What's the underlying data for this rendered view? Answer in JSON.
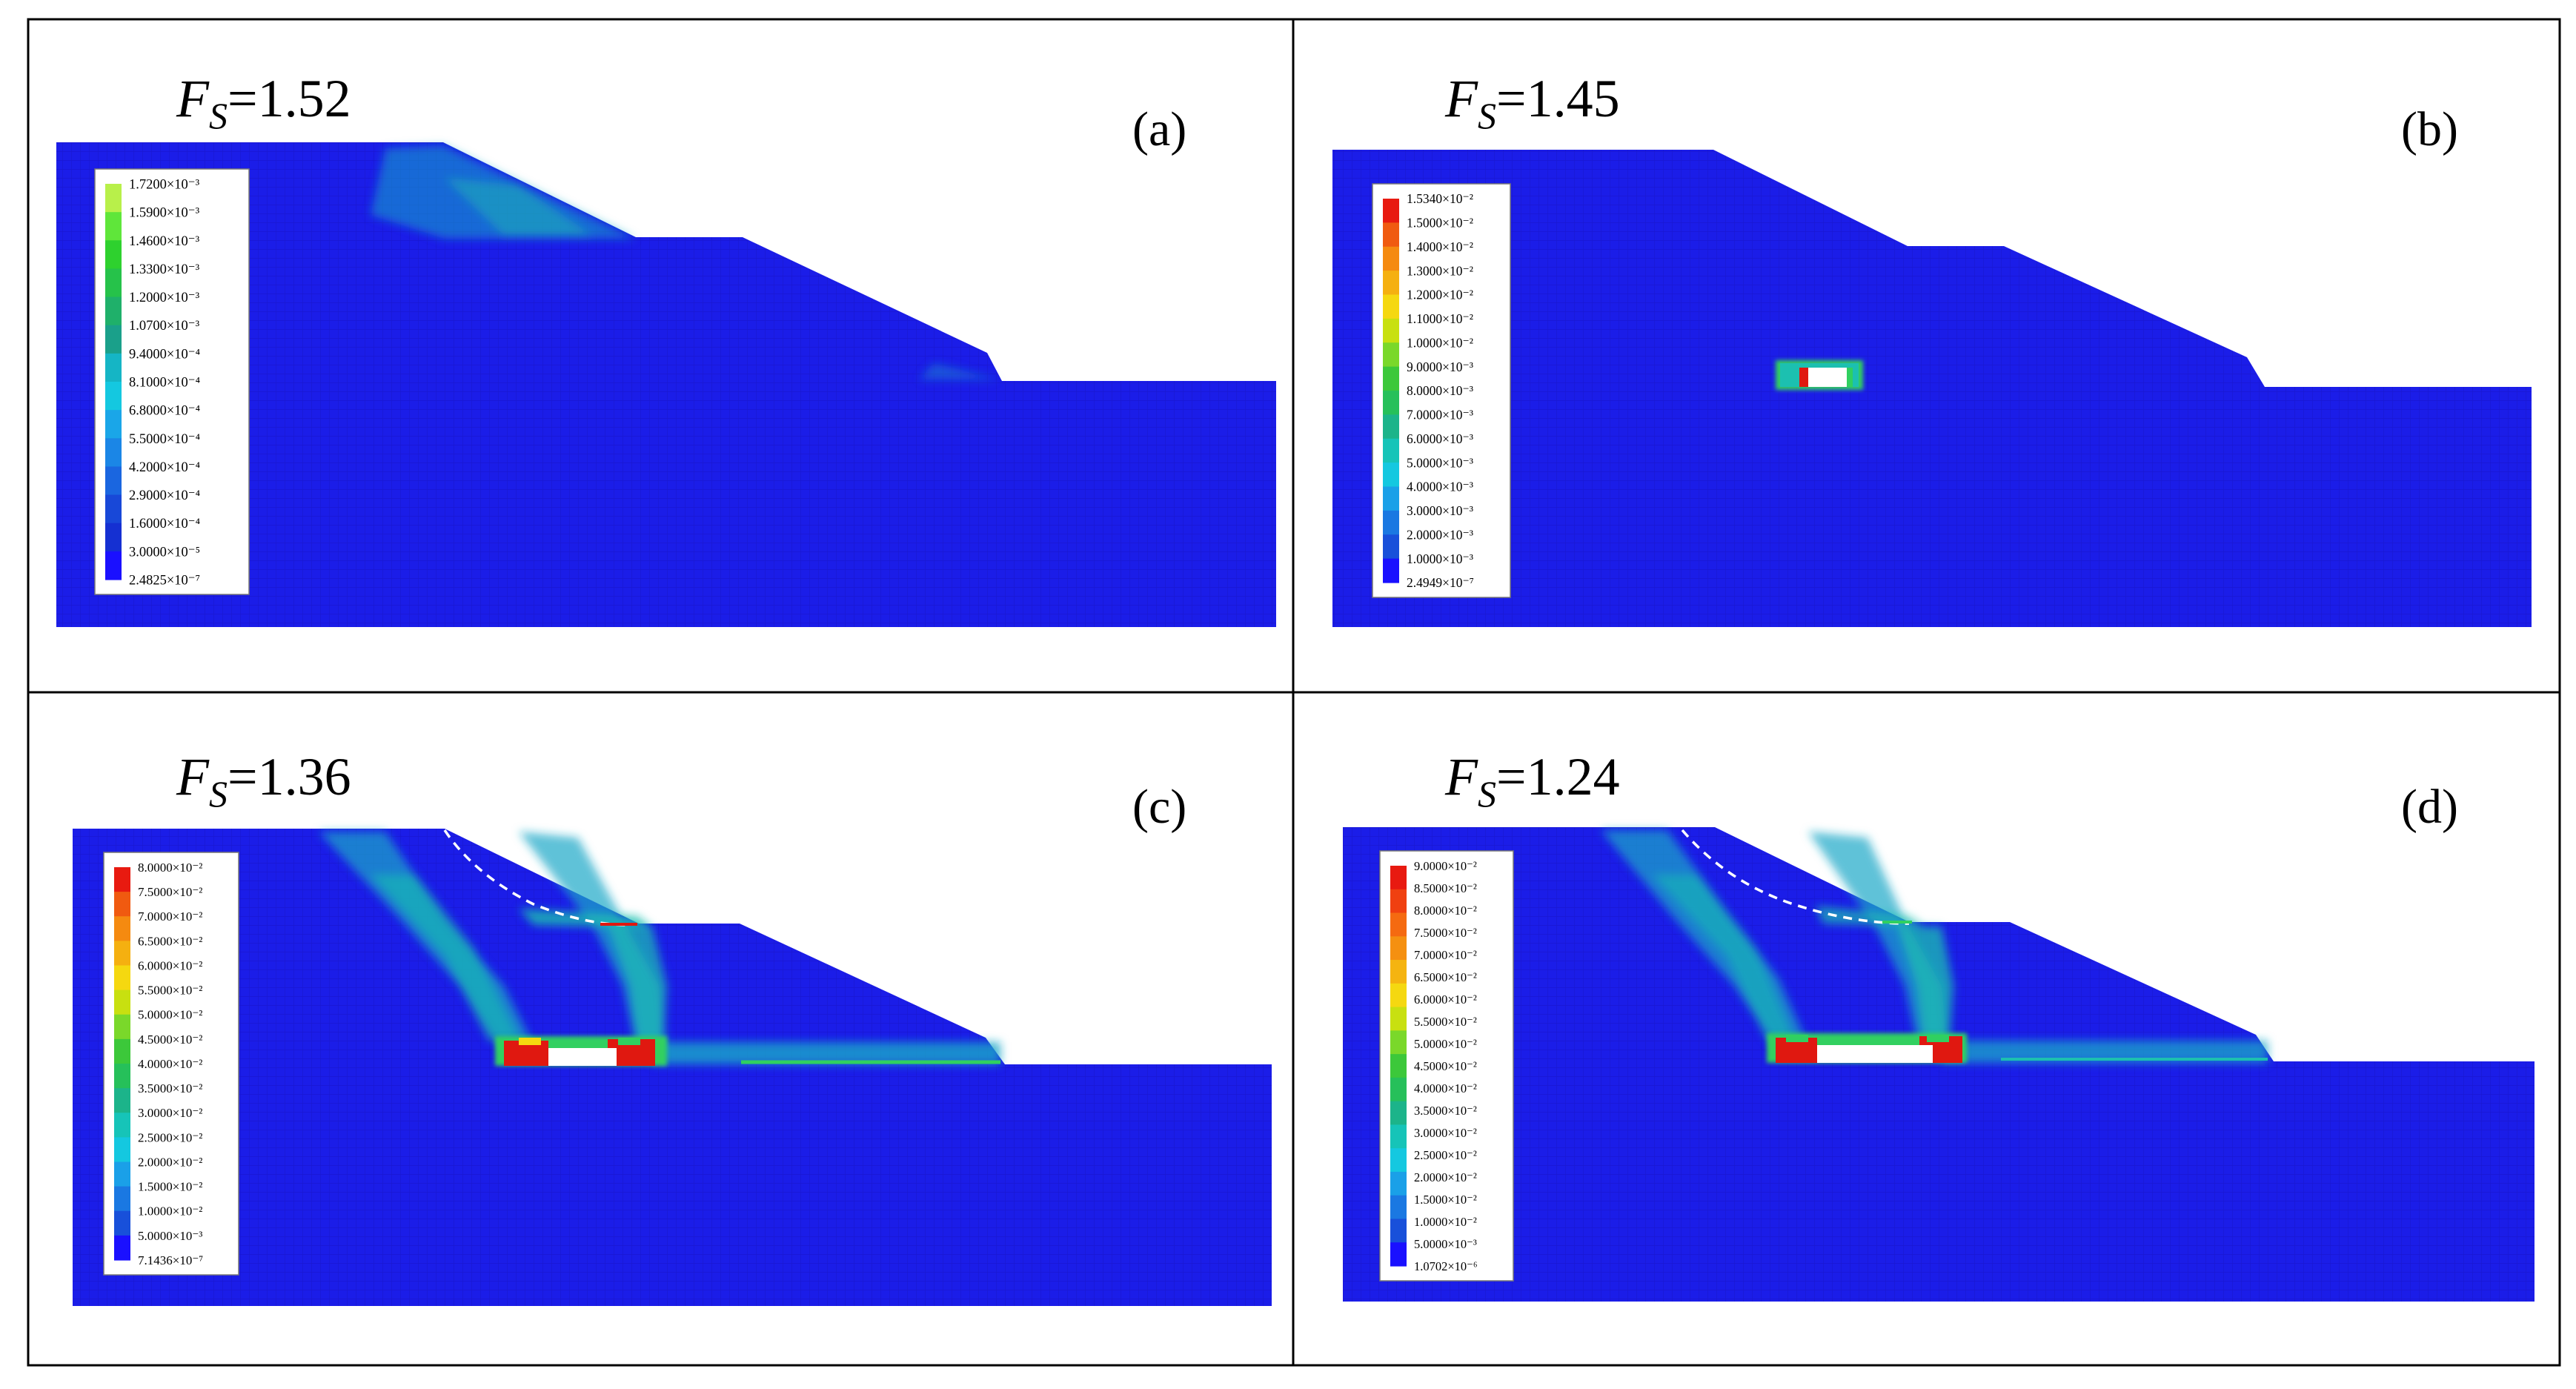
{
  "panels": [
    {
      "label": "(a)",
      "fs_symbol": "F",
      "fs_subscript": "S",
      "fs_value": "=1.52",
      "legend_colors": [
        "#b8f04a",
        "#5fe63a",
        "#2ed12e",
        "#26c24a",
        "#1fb06a",
        "#1aa08a",
        "#15b5c5",
        "#14c8e0",
        "#1aa6e8",
        "#1b86e6",
        "#1a66e0",
        "#1848d8",
        "#1530d2",
        "#1a10ff"
      ],
      "legend_labels": [
        "1.7200×10⁻³",
        "1.5900×10⁻³",
        "1.4600×10⁻³",
        "1.3300×10⁻³",
        "1.2000×10⁻³",
        "1.0700×10⁻³",
        "9.4000×10⁻⁴",
        "8.1000×10⁻⁴",
        "6.8000×10⁻⁴",
        "5.5000×10⁻⁴",
        "4.2000×10⁻⁴",
        "2.9000×10⁻⁴",
        "1.6000×10⁻⁴",
        "3.0000×10⁻⁵",
        "2.4825×10⁻⁷"
      ]
    },
    {
      "label": "(b)",
      "fs_symbol": "F",
      "fs_subscript": "S",
      "fs_value": "=1.45",
      "legend_colors": [
        "#e81a10",
        "#f05a10",
        "#f58a10",
        "#f5b010",
        "#f5d810",
        "#c8e010",
        "#7ad82a",
        "#3cc83a",
        "#26c05a",
        "#1cb48a",
        "#16c4b8",
        "#14c8e0",
        "#1aa0e8",
        "#1a78e2",
        "#1850da",
        "#1a10ff"
      ],
      "legend_labels": [
        "1.5340×10⁻²",
        "1.5000×10⁻²",
        "1.4000×10⁻²",
        "1.3000×10⁻²",
        "1.2000×10⁻²",
        "1.1000×10⁻²",
        "1.0000×10⁻²",
        "9.0000×10⁻³",
        "8.0000×10⁻³",
        "7.0000×10⁻³",
        "6.0000×10⁻³",
        "5.0000×10⁻³",
        "4.0000×10⁻³",
        "3.0000×10⁻³",
        "2.0000×10⁻³",
        "1.0000×10⁻³",
        "2.4949×10⁻⁷"
      ]
    },
    {
      "label": "(c)",
      "fs_symbol": "F",
      "fs_subscript": "S",
      "fs_value": "=1.36",
      "legend_colors": [
        "#e81a10",
        "#f05a10",
        "#f58a10",
        "#f5b010",
        "#f5d810",
        "#c8e010",
        "#7ad82a",
        "#3cc83a",
        "#26c05a",
        "#1cb48a",
        "#16c4b8",
        "#14c8e0",
        "#1aa0e8",
        "#1a78e2",
        "#1850da",
        "#1a10ff"
      ],
      "legend_labels": [
        "8.0000×10⁻²",
        "7.5000×10⁻²",
        "7.0000×10⁻²",
        "6.5000×10⁻²",
        "6.0000×10⁻²",
        "5.5000×10⁻²",
        "5.0000×10⁻²",
        "4.5000×10⁻²",
        "4.0000×10⁻²",
        "3.5000×10⁻²",
        "3.0000×10⁻²",
        "2.5000×10⁻²",
        "2.0000×10⁻²",
        "1.5000×10⁻²",
        "1.0000×10⁻²",
        "5.0000×10⁻³",
        "7.1436×10⁻⁷"
      ]
    },
    {
      "label": "(d)",
      "fs_symbol": "F",
      "fs_subscript": "S",
      "fs_value": "=1.24",
      "legend_colors": [
        "#e81a10",
        "#f04010",
        "#f56a10",
        "#f59010",
        "#f5b410",
        "#f5d810",
        "#c8e010",
        "#7ad82a",
        "#3cc83a",
        "#26c05a",
        "#1cb48a",
        "#16c4b8",
        "#14c8e0",
        "#1aa0e8",
        "#1a78e2",
        "#1850da",
        "#1a10ff"
      ],
      "legend_labels": [
        "9.0000×10⁻²",
        "8.5000×10⁻²",
        "8.0000×10⁻²",
        "7.5000×10⁻²",
        "7.0000×10⁻²",
        "6.5000×10⁻²",
        "6.0000×10⁻²",
        "5.5000×10⁻²",
        "5.0000×10⁻²",
        "4.5000×10⁻²",
        "4.0000×10⁻²",
        "3.5000×10⁻²",
        "3.0000×10⁻²",
        "2.5000×10⁻²",
        "2.0000×10⁻²",
        "1.5000×10⁻²",
        "1.0000×10⁻²",
        "5.0000×10⁻³",
        "1.0702×10⁻⁶"
      ]
    }
  ],
  "colors": {
    "background_mesh": "#1b1de8",
    "mesh_dark": "#1412b8",
    "band_light": "#19a8c8",
    "band_mid": "#1cc0b0",
    "band_green": "#30d060",
    "band_red": "#e01810",
    "frame": "#000000"
  }
}
